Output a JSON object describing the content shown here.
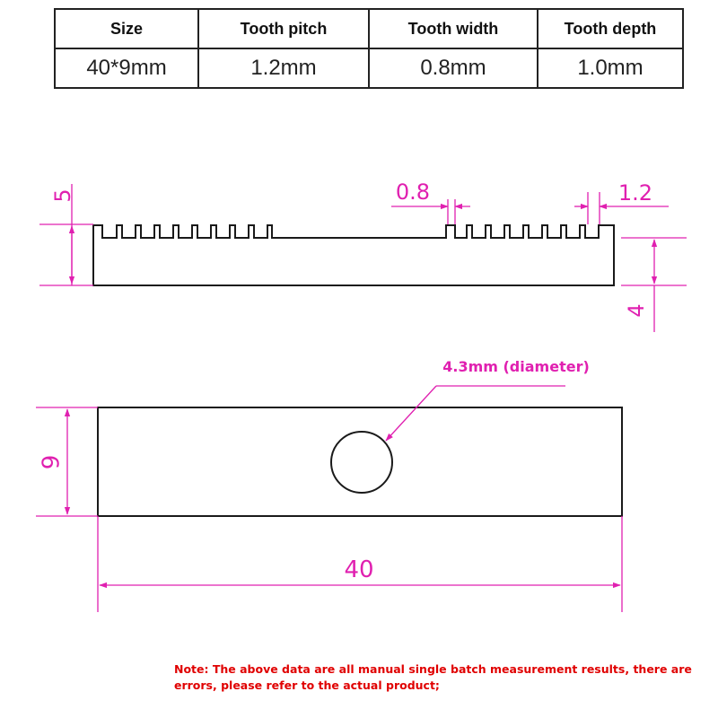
{
  "spec_table": {
    "headers": [
      "Size",
      "Tooth pitch",
      "Tooth width",
      "Tooth depth"
    ],
    "values": [
      "40*9mm",
      "1.2mm",
      "0.8mm",
      "1.0mm"
    ]
  },
  "side_view": {
    "height_label": "5",
    "tooth_width_label": "0.8",
    "tooth_pitch_label": "1.2",
    "base_height_label": "4"
  },
  "top_view": {
    "hole_label": "4.3mm (diameter)",
    "width_label": "9",
    "length_label": "40"
  },
  "note": "Note: The above data are all manual single batch measurement results, there are errors, please refer to the actual product;",
  "colors": {
    "dimension": "#e020b0",
    "outline": "#1a1a1a",
    "note": "#e00000"
  }
}
